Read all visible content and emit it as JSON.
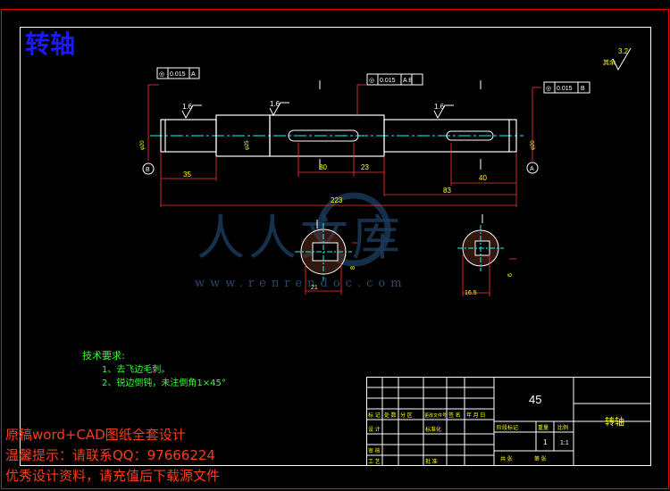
{
  "drawing": {
    "title": "转轴",
    "surface_finish": {
      "value": "3.2",
      "label": "其余"
    },
    "tolerance_frames": [
      {
        "symbol": "◎",
        "value": "0.015",
        "datum": "A"
      },
      {
        "symbol": "◎",
        "value": "0.015",
        "datum": "A B"
      },
      {
        "symbol": "◎",
        "value": "0.015",
        "datum": "B"
      }
    ],
    "roughness_marks": [
      "1.6",
      "1.6",
      "1.6"
    ],
    "datum_labels": [
      "B",
      "A"
    ],
    "dimensions": {
      "d35": "35",
      "d30": "30",
      "d23": "23",
      "d40": "40",
      "d83": "83",
      "d223": "223",
      "dia_left": "φ20",
      "dia_mid": "φ25",
      "dia_right": "φ20",
      "section_left_w": "21",
      "section_left_h": "8",
      "section_right_w": "16.5",
      "section_right_h": "6"
    },
    "tech_requirements": {
      "heading": "技术要求:",
      "items": [
        "1、去飞边毛刺。",
        "2、锐边倒钝，未注倒角1×45°"
      ]
    },
    "title_block": {
      "material": "45",
      "part_name": "转轴",
      "scale": "1:1",
      "quantity": "1",
      "row_labels": [
        "标 记",
        "处 数",
        "分 区",
        "更改文件号",
        "签 名",
        "年 月 日"
      ],
      "left_labels": [
        "设 计",
        "审 核",
        "工 艺"
      ],
      "mid_labels": [
        "标准化",
        "批 准"
      ],
      "col_labels": [
        "阶段标记",
        "重量",
        "比例"
      ],
      "sheet_labels": [
        "共 张",
        "第 张"
      ]
    }
  },
  "watermark": {
    "text": "人人文库",
    "url": "www.renrendoc.com"
  },
  "notice_lines": [
    "原稿word+CAD图纸全套设计",
    "温馨提示：请联系QQ：97666224",
    "优秀设计资料，请充值后下载源文件"
  ],
  "colors": {
    "background": "#000000",
    "frame": "#ff0000",
    "outline": "#ffffff",
    "centerline": "#00ffff",
    "dimension": "#ffff00",
    "title": "#1a1aff"
  }
}
